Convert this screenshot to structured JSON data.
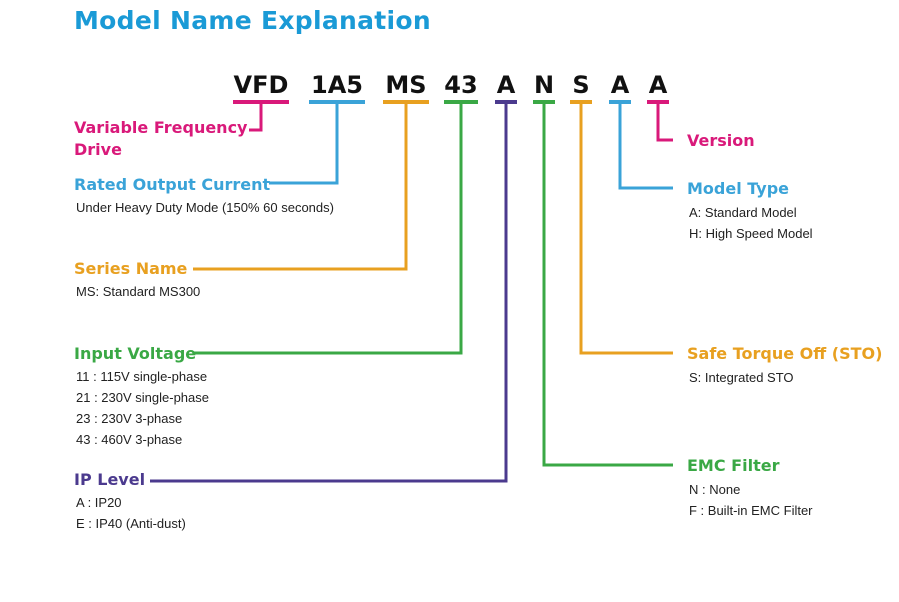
{
  "title": "Model Name Explanation",
  "colors": {
    "title": "#1a9ad6",
    "magenta": "#d9197a",
    "blue": "#3aa3d8",
    "orange": "#e8a020",
    "green": "#3aa845",
    "purple": "#4b3a8e"
  },
  "code_segments": [
    "VFD",
    "1A5",
    "MS",
    "43",
    "A",
    "N",
    "S",
    "A",
    "A"
  ],
  "fields": [
    {
      "label": "Variable Frequency",
      "label2": "Drive",
      "color": "magenta",
      "descriptions": []
    },
    {
      "label": "Rated Output Current",
      "color": "blue",
      "descriptions": [
        "Under Heavy Duty Mode (150% 60 seconds)"
      ]
    },
    {
      "label": "Series Name",
      "color": "orange",
      "descriptions": [
        "MS: Standard MS300"
      ]
    },
    {
      "label": "Input Voltage",
      "color": "green",
      "descriptions": [
        "11 : 115V single-phase",
        "21 : 230V single-phase",
        "23 : 230V 3-phase",
        "43 : 460V 3-phase"
      ]
    },
    {
      "label": "IP Level",
      "color": "purple",
      "descriptions": [
        "A : IP20",
        "E : IP40 (Anti-dust)"
      ]
    },
    {
      "label": "EMC Filter",
      "color": "green",
      "descriptions": [
        "N : None",
        "F : Built-in EMC Filter"
      ]
    },
    {
      "label": "Safe Torque Off (STO)",
      "color": "orange",
      "descriptions": [
        "S: Integrated STO"
      ]
    },
    {
      "label": "Model Type",
      "color": "blue",
      "descriptions": [
        "A: Standard Model",
        "H: High Speed Model"
      ]
    },
    {
      "label": "Version",
      "color": "magenta",
      "descriptions": []
    }
  ]
}
